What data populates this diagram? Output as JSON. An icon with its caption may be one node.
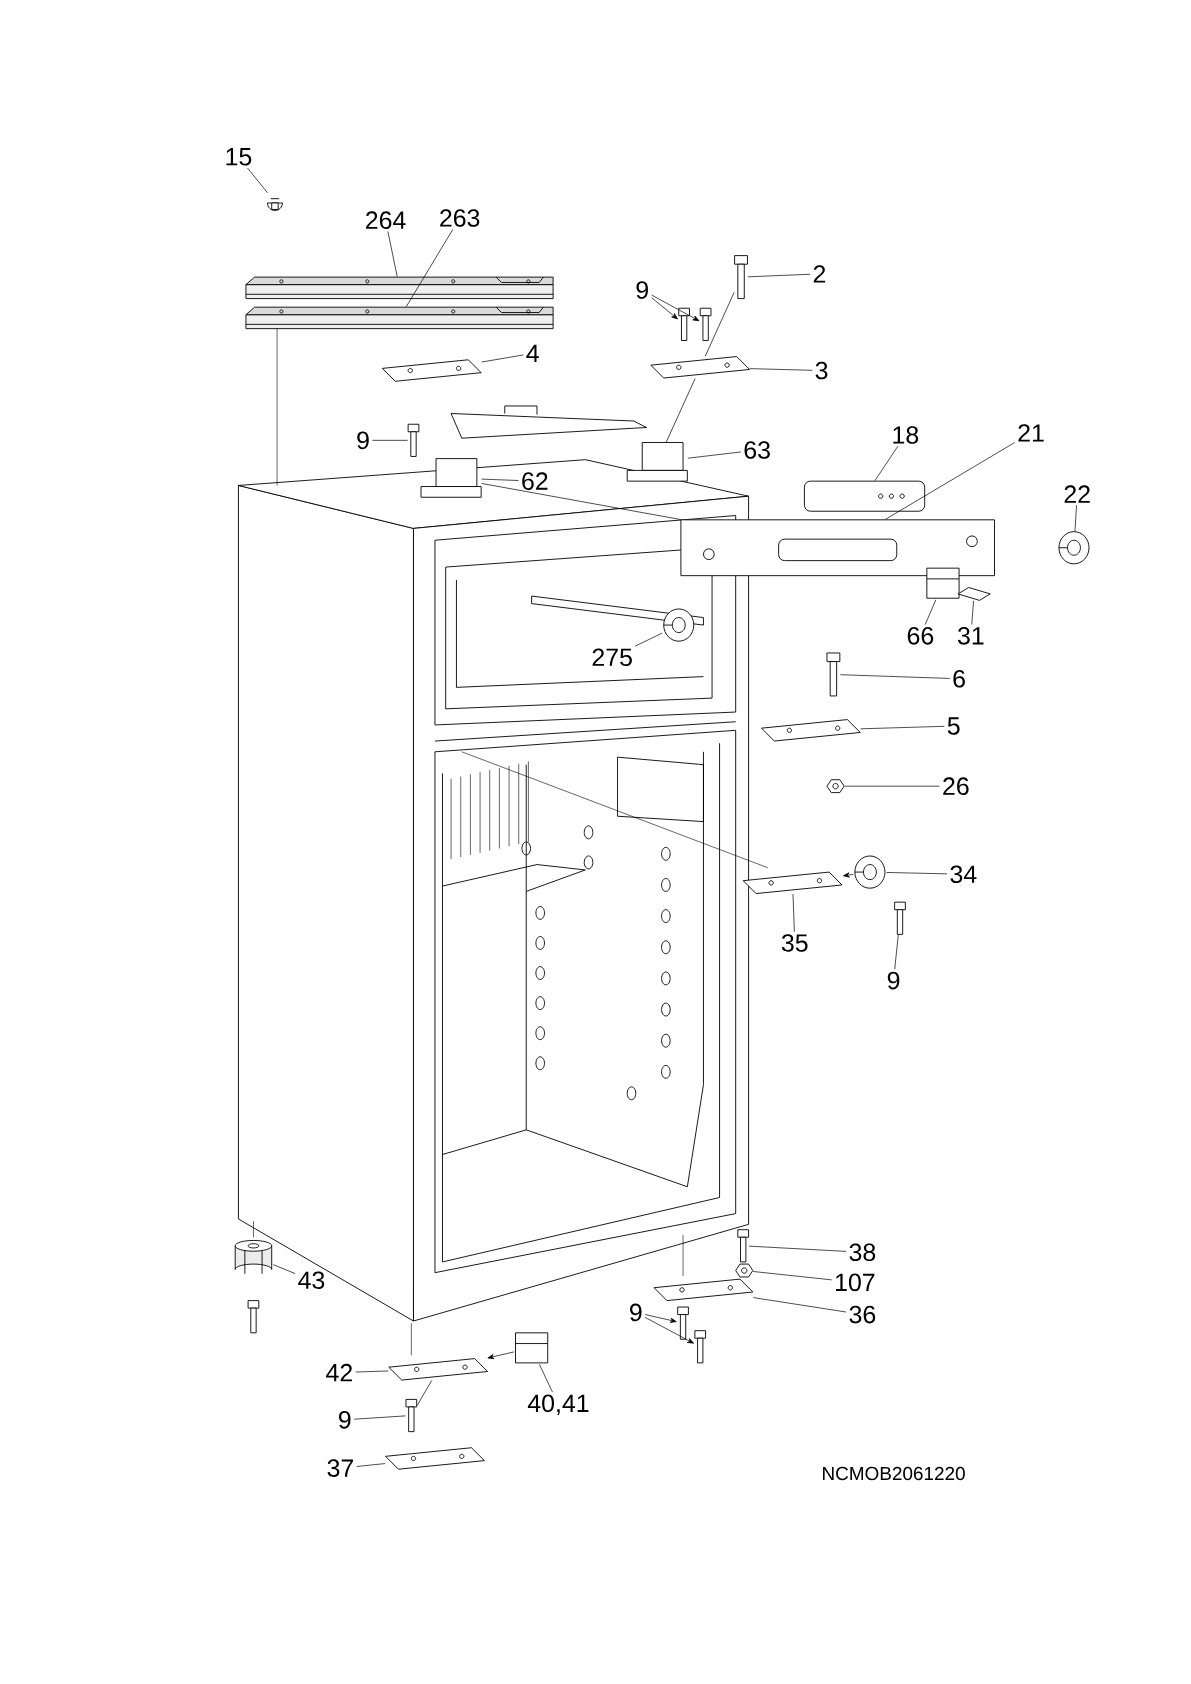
{
  "diagram": {
    "nodes": [
      {
        "text": [
          "15"
        ]
      },
      {
        "text": [],
        "shape": "picture"
      },
      {
        "text": [
          "264"
        ]
      },
      {
        "text": [
          "263"
        ]
      },
      {
        "text": [],
        "shape": "picture"
      },
      {
        "text": [],
        "shape": "picture"
      },
      {
        "text": [
          "2"
        ]
      },
      {
        "text": [],
        "shape": "picture"
      },
      {
        "text": [
          "9"
        ]
      },
      {
        "text": [],
        "shape": "picture"
      },
      {
        "text": [],
        "shape": "picture"
      },
      {
        "text": [
          "4"
        ]
      },
      {
        "text": [],
        "shape": "picture"
      },
      {
        "text": [
          "3"
        ]
      },
      {
        "text": [],
        "shape": "picture"
      },
      {
        "text": [
          "9"
        ]
      },
      {
        "text": [],
        "shape": "picture"
      },
      {
        "text": [
          "18"
        ]
      },
      {
        "text": [],
        "shape": "picture"
      },
      {
        "text": [
          "21"
        ]
      },
      {
        "text": [],
        "shape": "picture"
      },
      {
        "text": [
          "63"
        ]
      },
      {
        "text": [],
        "shape": "picture"
      },
      {
        "text": [
          "62"
        ]
      },
      {
        "text": [],
        "shape": "picture"
      },
      {
        "text": [
          "22"
        ]
      },
      {
        "text": [],
        "shape": "picture"
      },
      {
        "text": [
          "275"
        ]
      },
      {
        "text": [],
        "shape": "picture"
      },
      {
        "text": [
          "66"
        ]
      },
      {
        "text": [],
        "shape": "picture"
      },
      {
        "text": [
          "31"
        ]
      },
      {
        "text": [],
        "shape": "picture"
      },
      {
        "text": [
          "6"
        ]
      },
      {
        "text": [],
        "shape": "picture"
      },
      {
        "text": [
          "5"
        ]
      },
      {
        "text": [],
        "shape": "picture"
      },
      {
        "text": [
          "26"
        ]
      },
      {
        "text": [],
        "shape": "picture"
      },
      {
        "text": [
          "34"
        ]
      },
      {
        "text": [],
        "shape": "picture"
      },
      {
        "text": [
          "35"
        ]
      },
      {
        "text": [],
        "shape": "picture"
      },
      {
        "text": [
          "9"
        ]
      },
      {
        "text": [],
        "shape": "picture"
      },
      {
        "text": [
          "38"
        ]
      },
      {
        "text": [],
        "shape": "picture"
      },
      {
        "text": [
          "107"
        ]
      },
      {
        "text": [],
        "shape": "picture"
      },
      {
        "text": [
          "9"
        ]
      },
      {
        "text": [],
        "shape": "picture"
      },
      {
        "text": [],
        "shape": "picture"
      },
      {
        "text": [
          "36"
        ]
      },
      {
        "text": [],
        "shape": "picture"
      },
      {
        "text": [
          "43"
        ]
      },
      {
        "text": [],
        "shape": "picture"
      },
      {
        "text": [],
        "shape": "picture"
      },
      {
        "text": [
          "42"
        ]
      },
      {
        "text": [],
        "shape": "picture"
      },
      {
        "text": [
          "40,41"
        ]
      },
      {
        "text": [],
        "shape": "picture"
      },
      {
        "text": [
          "9"
        ]
      },
      {
        "text": [],
        "shape": "picture"
      },
      {
        "text": [
          "37"
        ]
      },
      {
        "text": [],
        "shape": "picture"
      }
    ],
    "edges": [
      {
        "from": 0,
        "to": 1,
        "arrow": "none"
      },
      {
        "from": 2,
        "to": 4,
        "arrow": "none"
      },
      {
        "from": 3,
        "to": 5,
        "arrow": "none"
      },
      {
        "from": 6,
        "to": 7,
        "arrow": "none"
      },
      {
        "from": 8,
        "to": 9,
        "arrow": "to"
      },
      {
        "from": 8,
        "to": 10,
        "arrow": "to"
      },
      {
        "from": 11,
        "to": 12,
        "arrow": "none"
      },
      {
        "from": 13,
        "to": 14,
        "arrow": "none"
      },
      {
        "from": 15,
        "to": 16,
        "arrow": "none"
      },
      {
        "from": 17,
        "to": 18,
        "arrow": "none"
      },
      {
        "from": 19,
        "to": 20,
        "arrow": "none"
      },
      {
        "from": 21,
        "to": 22,
        "arrow": "none"
      },
      {
        "from": 23,
        "to": 24,
        "arrow": "none"
      },
      {
        "from": 25,
        "to": 26,
        "arrow": "none"
      },
      {
        "from": 27,
        "to": 28,
        "arrow": "none"
      },
      {
        "from": 29,
        "to": 30,
        "arrow": "none"
      },
      {
        "from": 31,
        "to": 32,
        "arrow": "none"
      },
      {
        "from": 33,
        "to": 34,
        "arrow": "none"
      },
      {
        "from": 35,
        "to": 36,
        "arrow": "none"
      },
      {
        "from": 37,
        "to": 38,
        "arrow": "none"
      },
      {
        "from": 39,
        "to": 40,
        "arrow": "none"
      },
      {
        "from": 40,
        "to": 42,
        "arrow": "to"
      },
      {
        "from": 41,
        "to": 42,
        "arrow": "none"
      },
      {
        "from": 43,
        "to": 44,
        "arrow": "none"
      },
      {
        "from": 45,
        "to": 46,
        "arrow": "none"
      },
      {
        "from": 47,
        "to": 48,
        "arrow": "none"
      },
      {
        "from": 49,
        "to": 50,
        "arrow": "to"
      },
      {
        "from": 49,
        "to": 51,
        "arrow": "to"
      },
      {
        "from": 52,
        "to": 53,
        "arrow": "none"
      },
      {
        "from": 54,
        "to": 55,
        "arrow": "none"
      },
      {
        "from": 57,
        "to": 58,
        "arrow": "none"
      },
      {
        "from": 59,
        "to": 60,
        "arrow": "none"
      },
      {
        "from": 60,
        "to": 58,
        "arrow": "to"
      },
      {
        "from": 61,
        "to": 62,
        "arrow": "none"
      },
      {
        "from": 63,
        "to": 64,
        "arrow": "none"
      },
      {
        "from": 7,
        "to": 14,
        "arrow": "none"
      },
      {
        "from": 14,
        "to": 22,
        "arrow": "none"
      },
      {
        "from": 24,
        "to": 20,
        "arrow": "none"
      },
      {
        "from": 58,
        "to": 62,
        "arrow": "none"
      }
    ],
    "labels": [
      "NCMOB2061220"
    ]
  }
}
